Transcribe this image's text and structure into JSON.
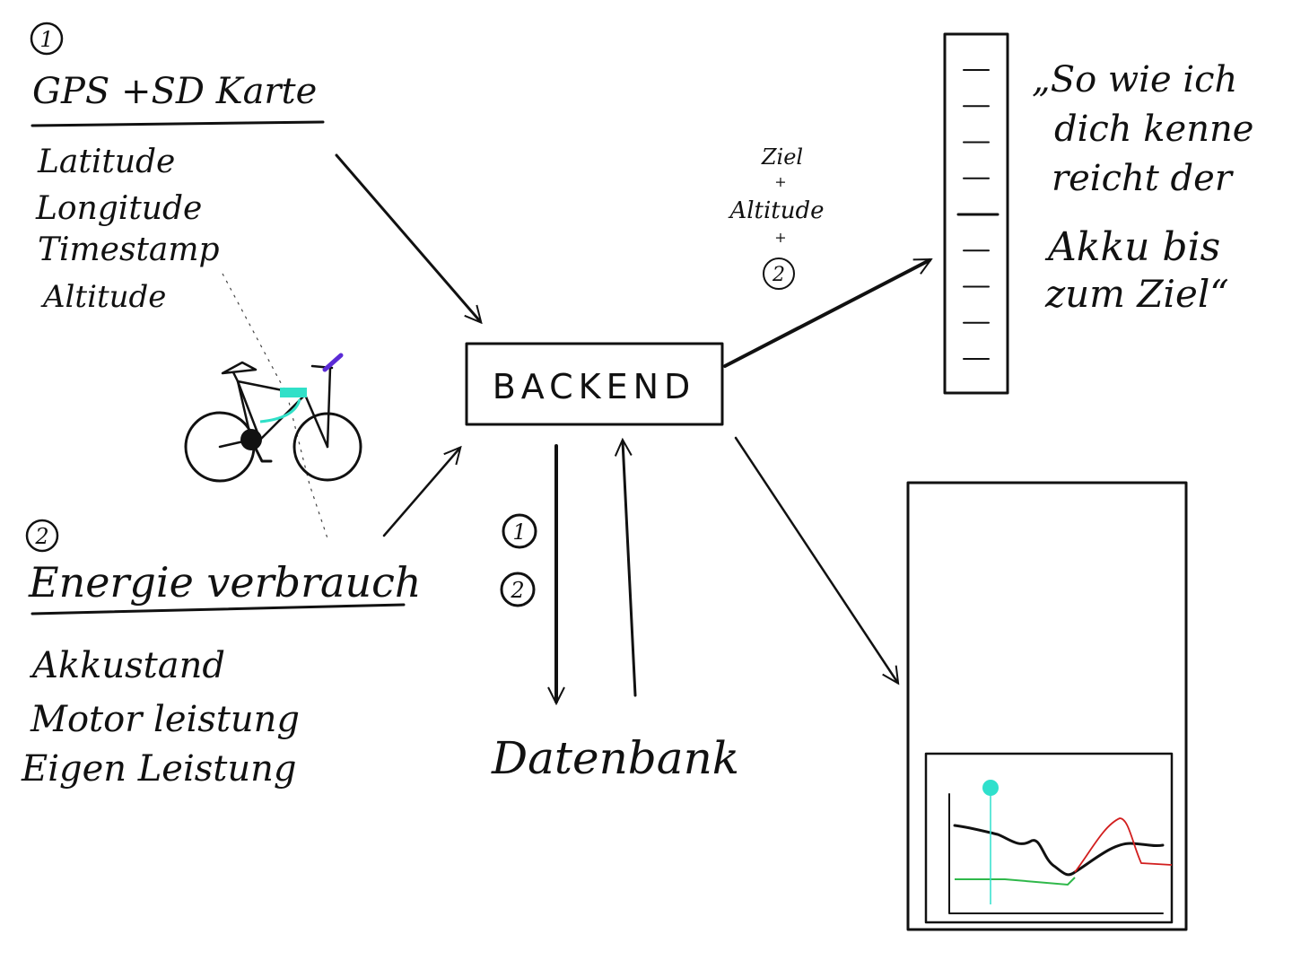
{
  "section_gps": {
    "number": "1",
    "title": "GPS  +SD Karte",
    "items": [
      "Latitude",
      "Longitude",
      "Timestamp",
      "Altitude"
    ]
  },
  "section_energy": {
    "number": "2",
    "title": "Energie verbrauch",
    "items": [
      "Akkustand",
      "Motor leistung",
      "Eigen Leistung"
    ]
  },
  "backend": {
    "label": "BACKEND"
  },
  "database": {
    "label": "Datenbank",
    "flow_numbers": [
      "1",
      "2"
    ]
  },
  "target_note": {
    "line1": "Ziel",
    "plus1": "+",
    "line2": "Altitude",
    "plus2": "+",
    "number": "2"
  },
  "quote": {
    "lines": [
      "„So wie ich",
      "dich kenne",
      "reicht der",
      "Akku bis",
      "zum Ziel“"
    ]
  },
  "gauge": {
    "tick_count": 9
  },
  "colors": {
    "bike_accent": "#30e0c8",
    "bike_handle": "#5b2bd6",
    "curve_red": "#d21e1e",
    "curve_green": "#2fb84a",
    "marker": "#2fe0cc"
  }
}
